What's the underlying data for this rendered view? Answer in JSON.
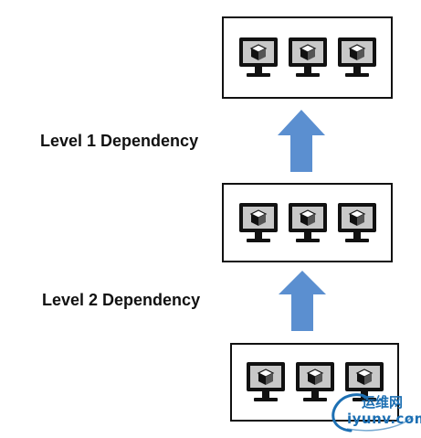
{
  "labels": {
    "level1": "Level 1 Dependency",
    "level2": "Level 2 Dependency"
  },
  "tiers": [
    {
      "name": "top",
      "monitors": 3
    },
    {
      "name": "middle",
      "monitors": 3
    },
    {
      "name": "bottom",
      "monitors": 3
    }
  ],
  "icons": {
    "monitor": "computer-monitor-icon",
    "cube": "cube-icon",
    "arrow": "up-arrow-icon"
  },
  "colors": {
    "arrow": "#5b8fd0",
    "border": "#111111",
    "monitor": "#111111",
    "screen": "#c8c8c8",
    "cube": "#111111",
    "watermark": "#1c6fb3"
  },
  "watermark": {
    "chinese": "运维网",
    "domain": "iyunv.com"
  }
}
